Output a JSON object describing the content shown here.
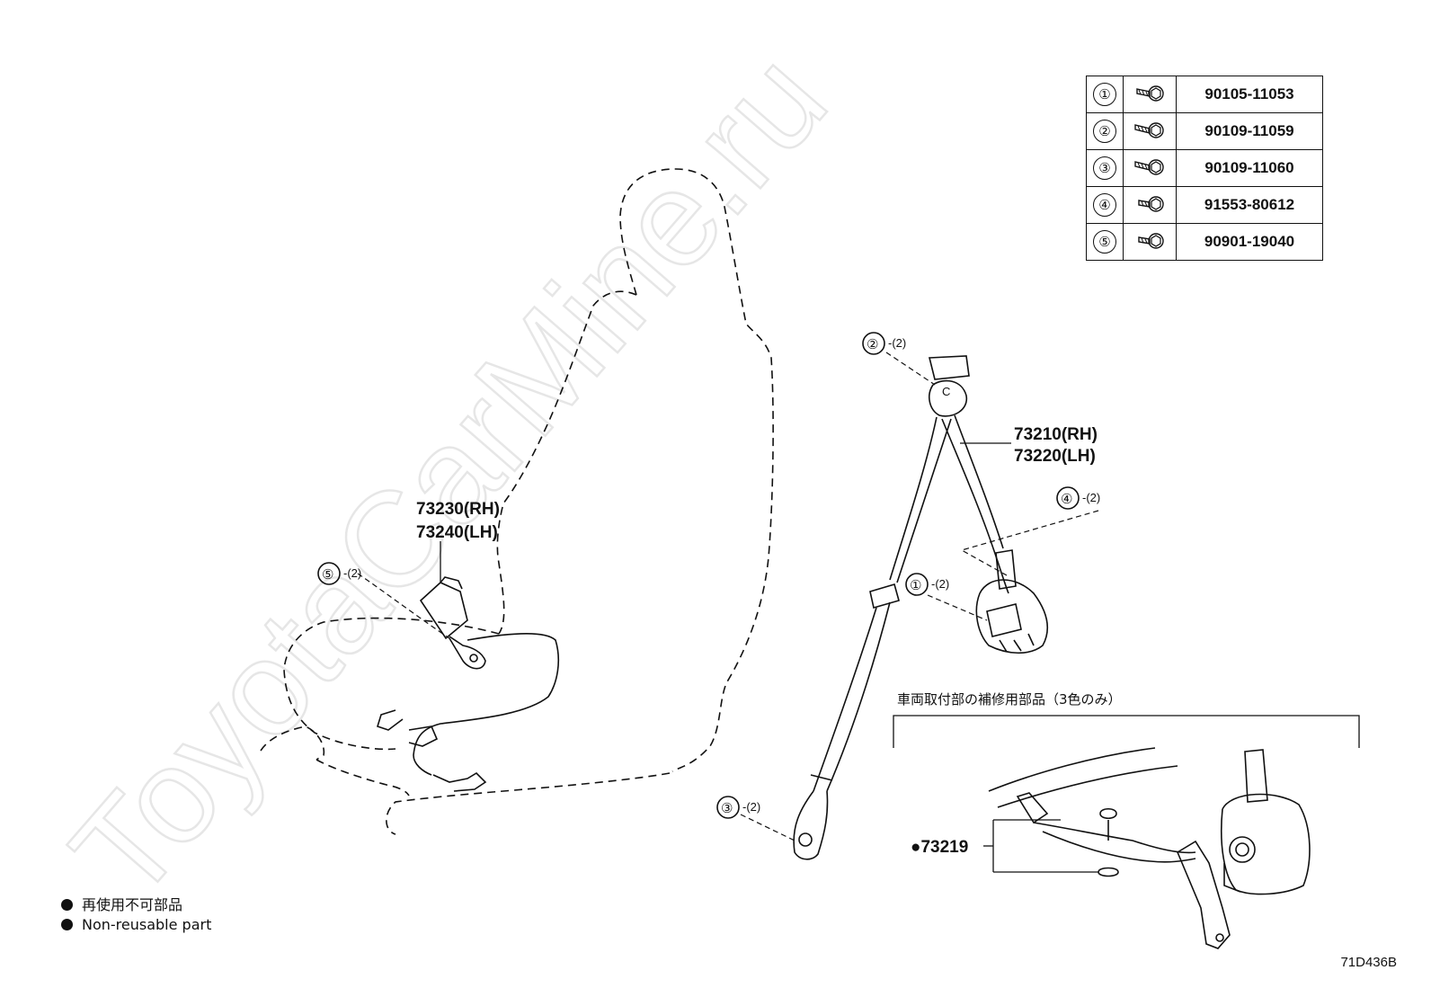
{
  "watermark": "ToyotaCarMine.ru",
  "table": [
    {
      "num": "①",
      "part_no": "90105-11053"
    },
    {
      "num": "②",
      "part_no": "90109-11059"
    },
    {
      "num": "③",
      "part_no": "90109-11060"
    },
    {
      "num": "④",
      "part_no": "91553-80612"
    },
    {
      "num": "⑤",
      "part_no": "90901-19040"
    }
  ],
  "labels": {
    "buckle_rh": "73230(RH)",
    "buckle_lh": "73240(LH)",
    "belt_rh": "73210(RH)",
    "belt_lh": "73220(LH)",
    "repair_part": "●73219"
  },
  "callouts": {
    "c1": {
      "num": "①",
      "qty": "-(2)"
    },
    "c2": {
      "num": "②",
      "qty": "-(2)"
    },
    "c3": {
      "num": "③",
      "qty": "-(2)"
    },
    "c4": {
      "num": "④",
      "qty": "-(2)"
    },
    "c5": {
      "num": "⑤",
      "qty": "-(2)"
    }
  },
  "inset_title": "車両取付部の補修用部品（3色のみ）",
  "legend": {
    "jp": "再使用不可部品",
    "en": "Non-reusable part"
  },
  "diagram_id": "71D436B"
}
